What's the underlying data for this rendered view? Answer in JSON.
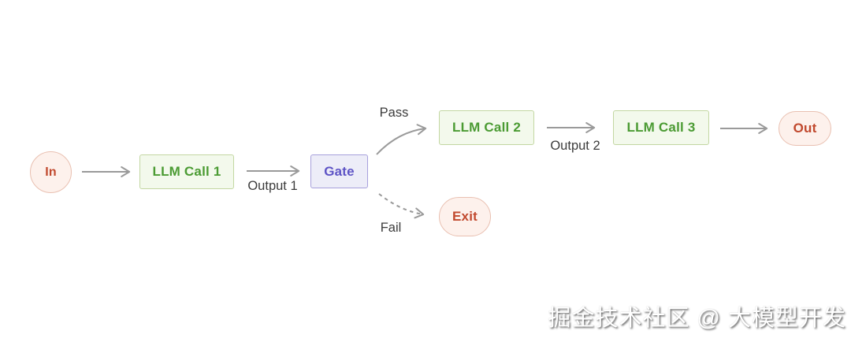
{
  "diagram": {
    "nodes": {
      "in": {
        "label": "In",
        "shape": "circle",
        "role": "input-terminal"
      },
      "llm_call_1": {
        "label": "LLM Call 1",
        "shape": "rect",
        "role": "process"
      },
      "gate": {
        "label": "Gate",
        "shape": "rect",
        "role": "decision"
      },
      "llm_call_2": {
        "label": "LLM Call 2",
        "shape": "rect",
        "role": "process"
      },
      "llm_call_3": {
        "label": "LLM Call 3",
        "shape": "rect",
        "role": "process"
      },
      "out": {
        "label": "Out",
        "shape": "stadium",
        "role": "output-terminal"
      },
      "exit": {
        "label": "Exit",
        "shape": "stadium",
        "role": "exit-terminal"
      }
    },
    "edges": [
      {
        "from": "in",
        "to": "llm_call_1",
        "label": "",
        "style": "solid"
      },
      {
        "from": "llm_call_1",
        "to": "gate",
        "label": "Output 1",
        "style": "solid"
      },
      {
        "from": "gate",
        "to": "llm_call_2",
        "label": "Pass",
        "style": "solid-curved"
      },
      {
        "from": "llm_call_2",
        "to": "llm_call_3",
        "label": "Output 2",
        "style": "solid"
      },
      {
        "from": "llm_call_3",
        "to": "out",
        "label": "",
        "style": "solid"
      },
      {
        "from": "gate",
        "to": "exit",
        "label": "Fail",
        "style": "dashed-curved"
      }
    ],
    "edge_labels": {
      "output_1": "Output 1",
      "pass": "Pass",
      "output_2": "Output 2",
      "fail": "Fail"
    },
    "colors": {
      "llm_node_bg": "#f3f9ec",
      "llm_node_border": "#c3d7a2",
      "llm_node_text": "#4b9b33",
      "gate_bg": "#ededf8",
      "gate_border": "#a7a0dc",
      "gate_text": "#5e54c6",
      "terminal_bg": "#fdf1ec",
      "terminal_border": "#e9c0b1",
      "terminal_text": "#c1492e",
      "arrow": "#9a9a9a",
      "edge_label_text": "#3c3c3c",
      "background": "#ffffff"
    }
  },
  "watermark": {
    "text": "掘金技术社区 @ 大模型开发"
  }
}
